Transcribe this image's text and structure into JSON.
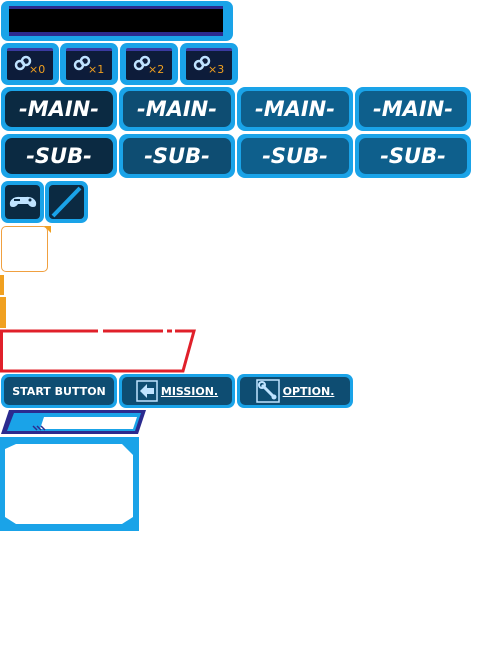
{
  "top_bar": {
    "accent": "#1aa3e8"
  },
  "multipliers": [
    {
      "label": "×0"
    },
    {
      "label": "×1"
    },
    {
      "label": "×2"
    },
    {
      "label": "×3"
    }
  ],
  "main_tabs": [
    "-MAIN-",
    "-MAIN-",
    "-MAIN-",
    "-MAIN-"
  ],
  "sub_tabs": [
    "-SUB-",
    "-SUB-",
    "-SUB-",
    "-SUB-"
  ],
  "icons": {
    "controller": "gamepad-icon",
    "slash": "slash-icon",
    "mission": "back-arrow-icon",
    "option": "wrench-icon"
  },
  "menu": {
    "start_label": "START BUTTON",
    "mission_label": "MISSION.",
    "option_label": "OPTION."
  },
  "colors": {
    "frame_blue": "#1aa3e8",
    "navy": "#2b2b8f",
    "red": "#e0202a",
    "orange": "#f0a020"
  }
}
